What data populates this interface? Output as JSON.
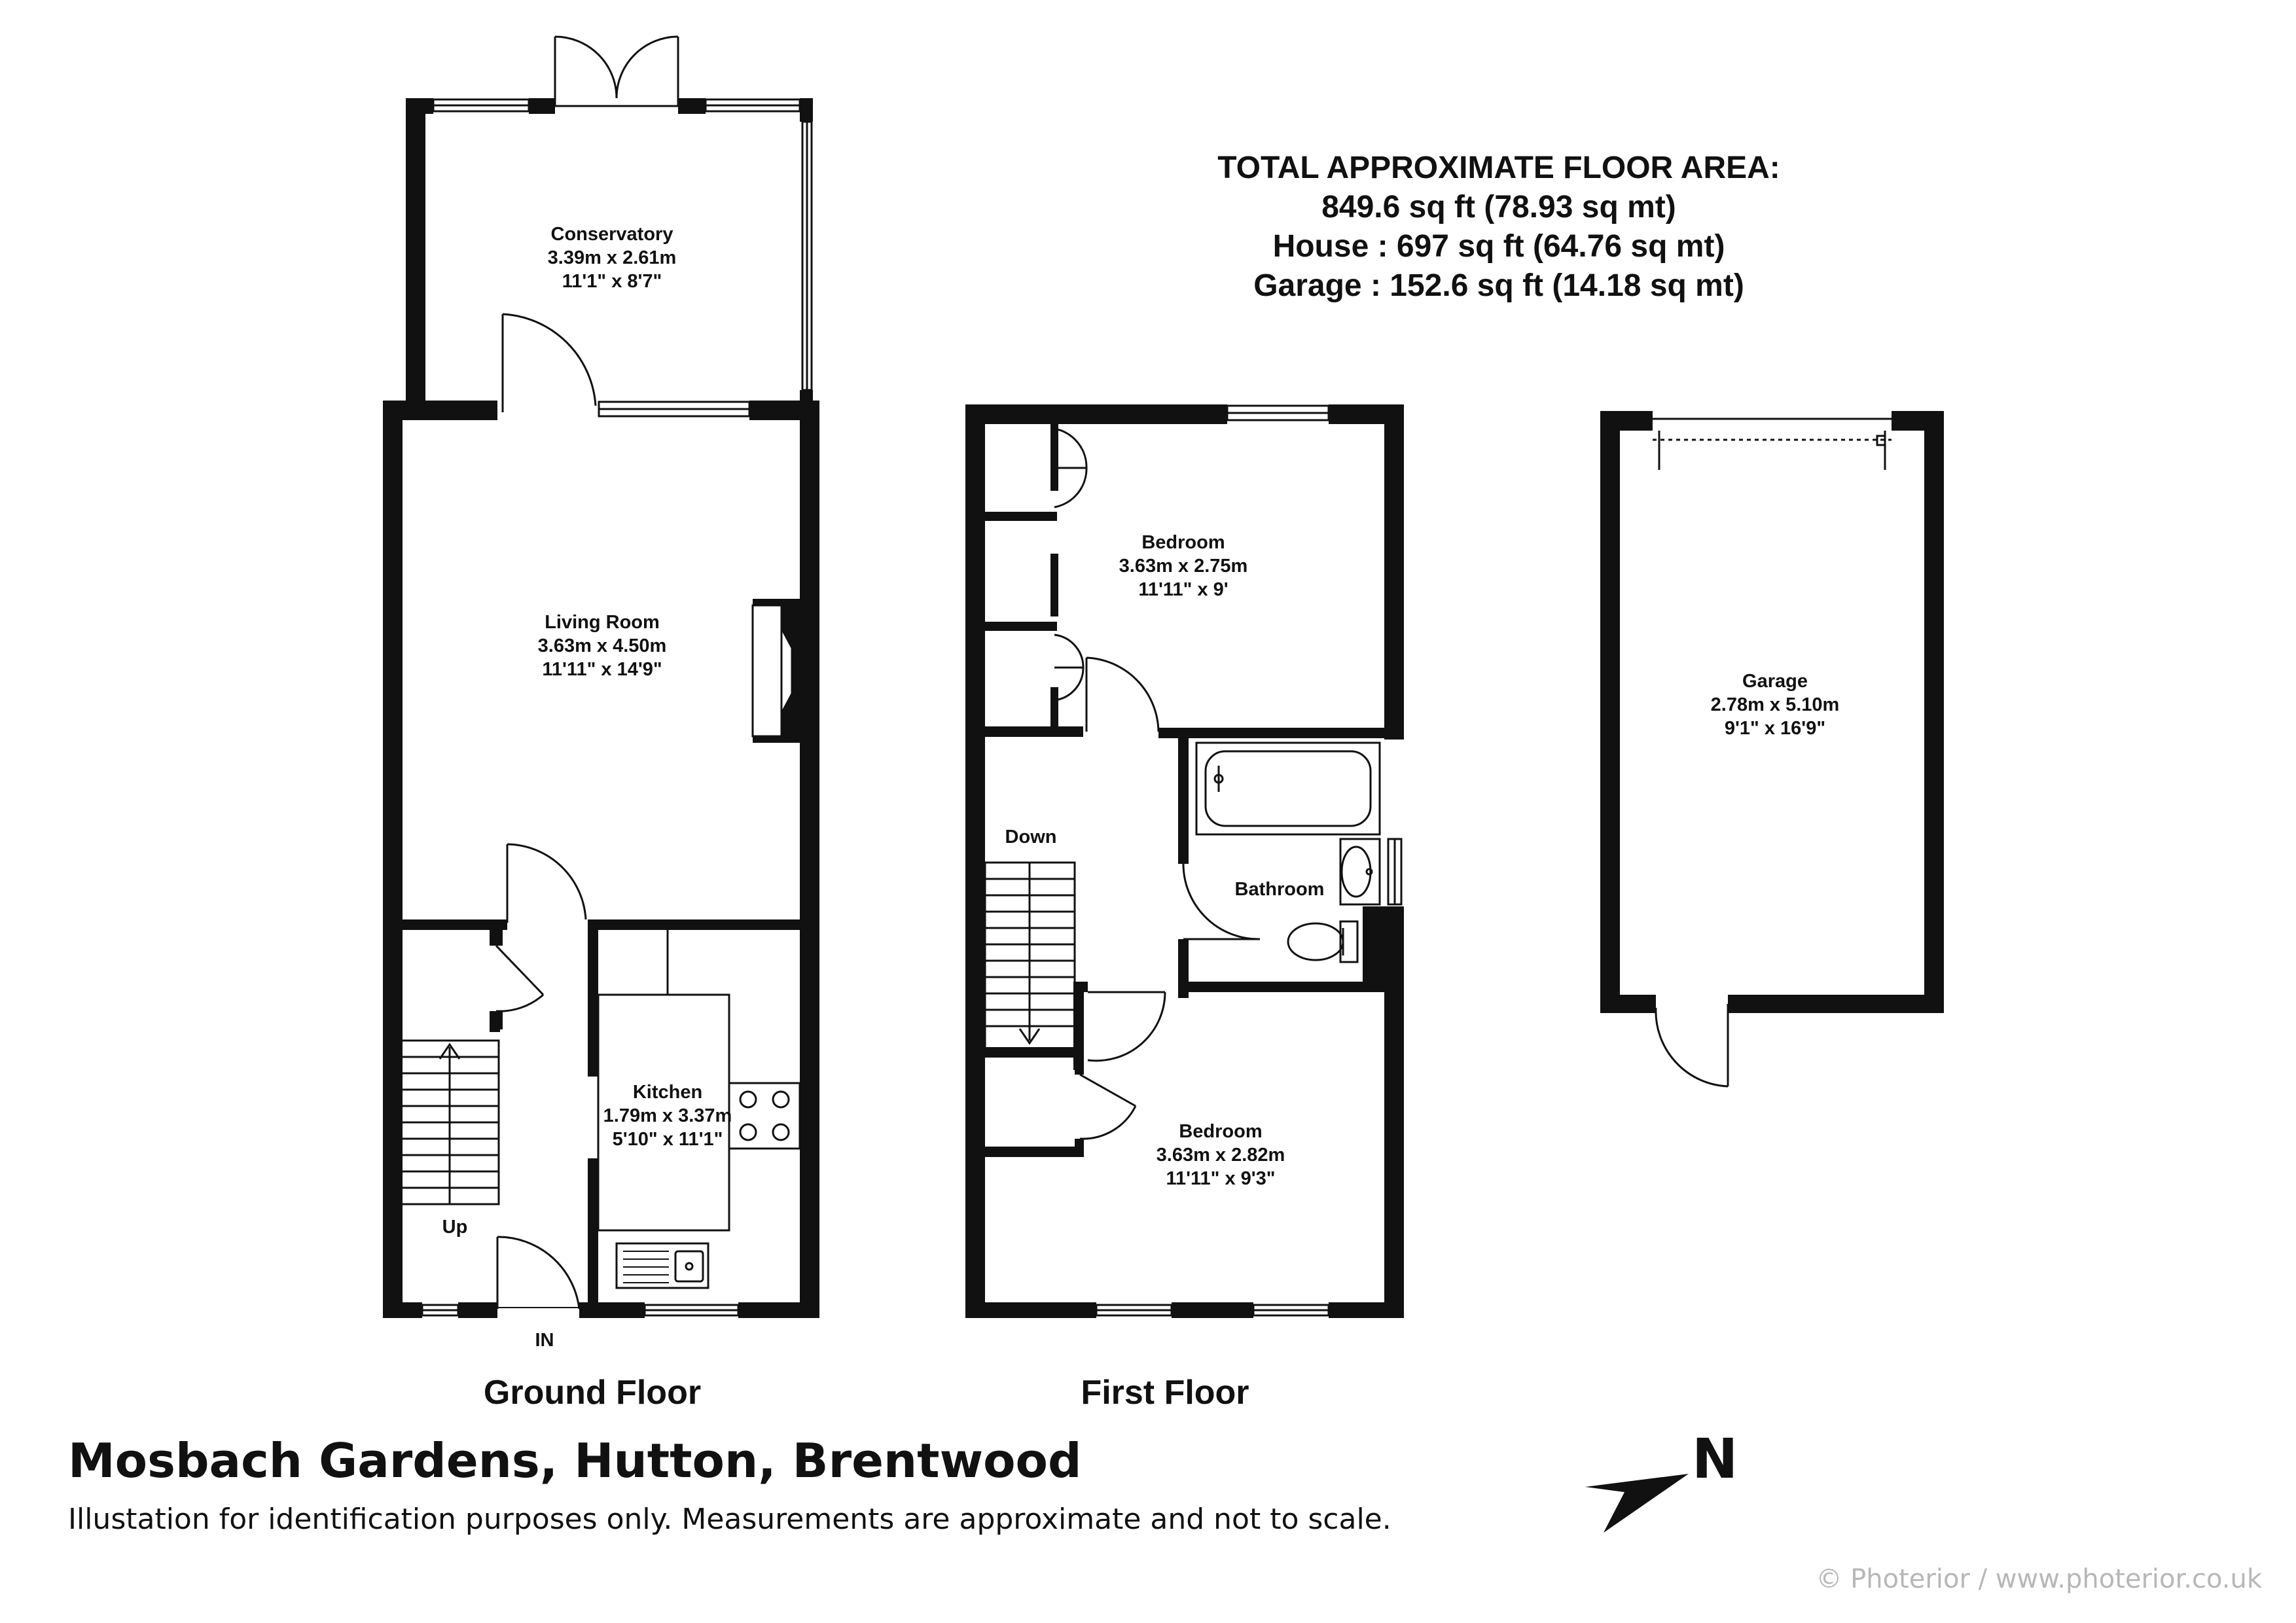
{
  "area_summary": {
    "heading": "TOTAL APPROXIMATE FLOOR AREA:",
    "total": "849.6 sq ft (78.93 sq mt)",
    "house": "House : 697 sq ft (64.76 sq mt)",
    "garage": "Garage : 152.6 sq ft (14.18 sq mt)"
  },
  "ground_floor": {
    "label": "Ground Floor",
    "conservatory": {
      "name": "Conservatory",
      "metric": "3.39m x 2.61m",
      "imperial": "11'1\"  x 8'7\""
    },
    "living_room": {
      "name": "Living Room",
      "metric": "3.63m x 4.50m",
      "imperial": "11'11\"  x 14'9\""
    },
    "kitchen": {
      "name": "Kitchen",
      "metric": "1.79m x 3.37m",
      "imperial": "5'10\"  x 11'1\""
    },
    "stairs_label": "Up",
    "entrance_label": "IN"
  },
  "first_floor": {
    "label": "First Floor",
    "bedroom_1": {
      "name": "Bedroom",
      "metric": "3.63m x 2.75m",
      "imperial": "11'11\"  x 9'"
    },
    "bedroom_2": {
      "name": "Bedroom",
      "metric": "3.63m x 2.82m",
      "imperial": "11'11\"  x 9'3\""
    },
    "bathroom": {
      "name": "Bathroom"
    },
    "stairs_label": "Down"
  },
  "garage": {
    "name": "Garage",
    "metric": "2.78m x 5.10m",
    "imperial": "9'1\"  x 16'9\""
  },
  "address": "Mosbach Gardens, Hutton, Brentwood",
  "disclaimer": "Illustation for identification purposes only. Measurements are approximate and not to scale.",
  "compass_label": "N",
  "credit": "© Photerior / www.photerior.co.uk",
  "colors": {
    "wall": "#111111",
    "fixture": "#555555",
    "background": "#ffffff",
    "credit": "#b7b7b7"
  }
}
